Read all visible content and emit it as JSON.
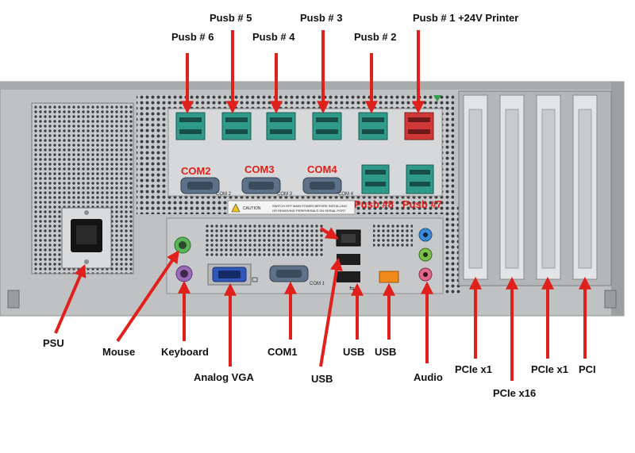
{
  "labels": {
    "pusb6": "Pusb # 6",
    "pusb5": "Pusb # 5",
    "pusb4": "Pusb # 4",
    "pusb3": "Pusb # 3",
    "pusb2": "Pusb # 2",
    "pusb1": "Pusb # 1 +24V Printer",
    "psu": "PSU",
    "mouse": "Mouse",
    "keyboard": "Keyboard",
    "vga": "Analog VGA",
    "com1": "COM1",
    "usb_rear": "USB",
    "usb_a": "USB",
    "usb_b": "USB",
    "audio": "Audio",
    "pcie_x1_a": "PCIe x1",
    "pcie_x16": "PCIe x16",
    "pcie_x1_b": "PCIe x1",
    "pci": "PCI"
  },
  "panel_labels": {
    "com2": "COM2",
    "com3": "COM3",
    "com4": "COM4",
    "pusb8": "Pusb #8",
    "pusb7": "Pusb #7"
  },
  "silkscreen": {
    "com2": "COM 2",
    "com3": "COM 3",
    "com4": "COM 4",
    "com1": "COM 1",
    "caution_title": "CAUTION",
    "caution_line1": "SWITCH OFF MAIN POWER BEFORE INSTALLING",
    "caution_line2": "OR REMOVING PERIPHERALS ON SERIAL PORT"
  },
  "colors": {
    "arrow": "#e0201a",
    "chassis": "#bfc1c3",
    "panel": "#d6d8da",
    "pusb_teal": "#2f9a8a",
    "pusb_red": "#d03838",
    "ps2_mouse": "#5ab55a",
    "ps2_keyboard": "#9a6ab8",
    "vga_blue": "#2f56b8",
    "audio_blue": "#3a8ad8",
    "audio_green": "#7ac04a",
    "audio_pink": "#e06a8a",
    "usb_orange": "#f08a1a"
  }
}
